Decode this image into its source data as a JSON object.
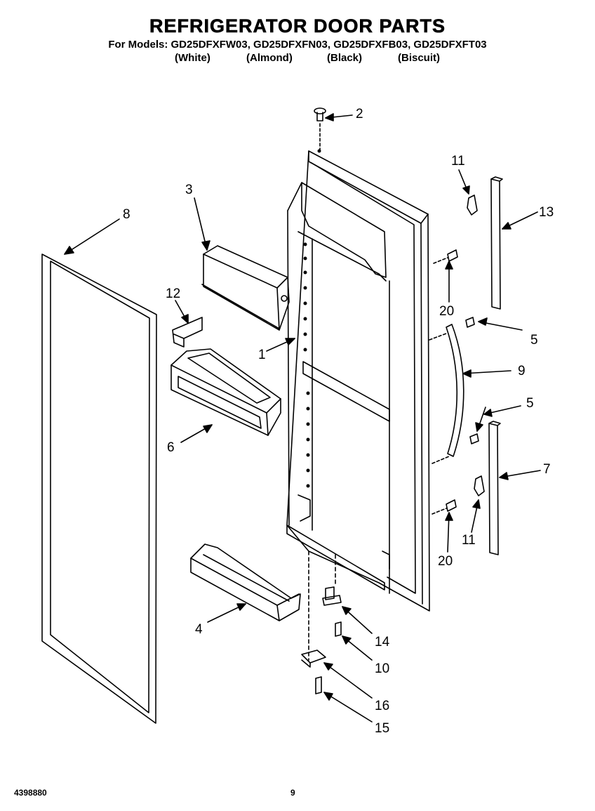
{
  "header": {
    "title": "REFRIGERATOR DOOR PARTS",
    "models_line": "For Models: GD25DFXFW03, GD25DFXFN03, GD25DFXFB03, GD25DFXFT03",
    "variants": [
      "(White)",
      "(Almond)",
      "(Black)",
      "(Biscuit)"
    ]
  },
  "callouts": [
    "2",
    "11",
    "3",
    "13",
    "8",
    "20",
    "12",
    "5",
    "1",
    "9",
    "5",
    "6",
    "7",
    "11",
    "20",
    "4",
    "14",
    "10",
    "16",
    "15"
  ],
  "footer": {
    "doc_number": "4398880",
    "page_number": "9"
  }
}
